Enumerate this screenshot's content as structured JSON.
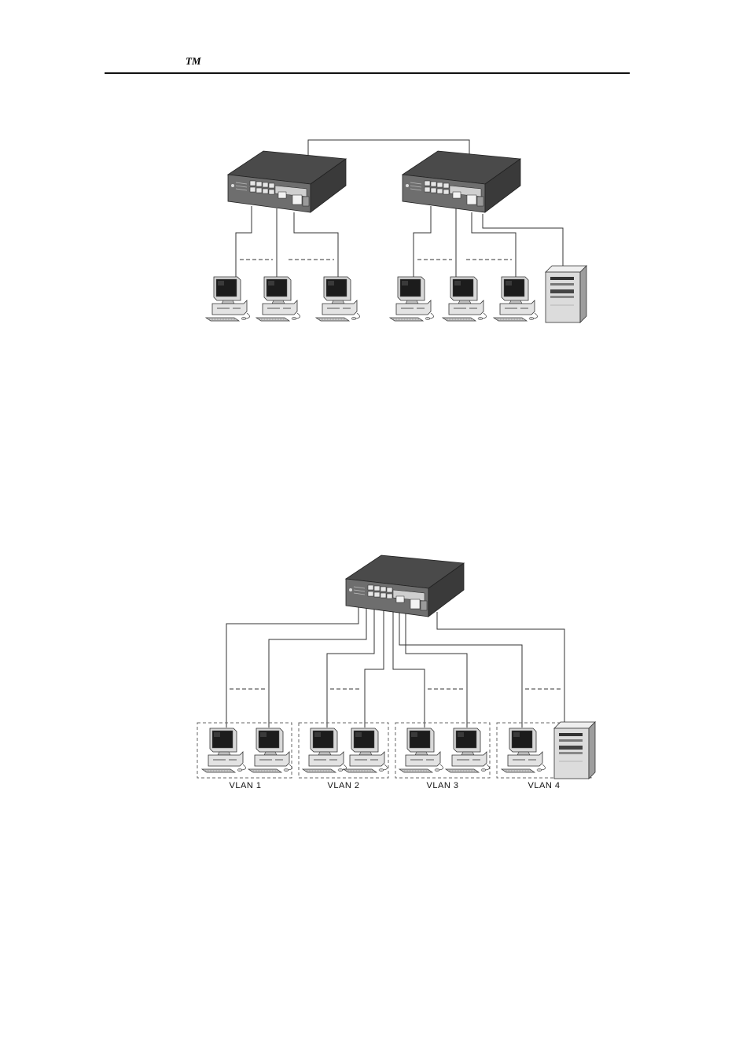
{
  "header": {
    "trademark": "TM"
  },
  "diagram2": {
    "vlans": [
      {
        "label": "VLAN 1"
      },
      {
        "label": "VLAN 2"
      },
      {
        "label": "VLAN 3"
      },
      {
        "label": "VLAN 4"
      }
    ]
  }
}
